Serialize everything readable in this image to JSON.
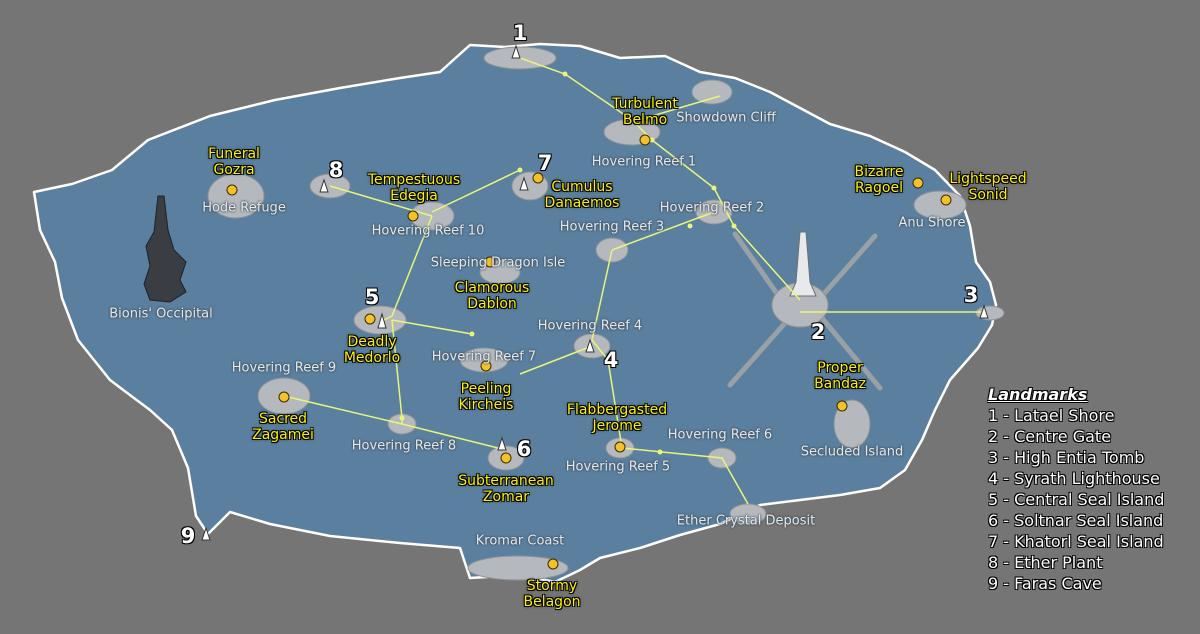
{
  "locations": [
    {
      "id": "lataels-shore",
      "text": ""
    },
    {
      "id": "showdown-cliff",
      "text": "Showdown Cliff"
    },
    {
      "id": "hovering-reef-1",
      "text": "Hovering Reef 1"
    },
    {
      "id": "hovering-reef-2",
      "text": "Hovering Reef 2"
    },
    {
      "id": "hovering-reef-3",
      "text": "Hovering Reef 3"
    },
    {
      "id": "hovering-reef-4",
      "text": "Hovering Reef 4"
    },
    {
      "id": "hovering-reef-5",
      "text": "Hovering Reef 5"
    },
    {
      "id": "hovering-reef-6",
      "text": "Hovering Reef 6"
    },
    {
      "id": "hovering-reef-7",
      "text": "Hovering Reef 7"
    },
    {
      "id": "hovering-reef-8",
      "text": "Hovering Reef 8"
    },
    {
      "id": "hovering-reef-9",
      "text": "Hovering Reef 9"
    },
    {
      "id": "hovering-reef-10",
      "text": "Hovering Reef 10"
    },
    {
      "id": "hode-refuge",
      "text": "Hode Refuge"
    },
    {
      "id": "bionis-occipital",
      "text": "Bionis' Occipital"
    },
    {
      "id": "sleeping-dragon-isle",
      "text": "Sleeping Dragon Isle"
    },
    {
      "id": "anu-shore",
      "text": "Anu Shore"
    },
    {
      "id": "secluded-island",
      "text": "Secluded Island"
    },
    {
      "id": "ether-crystal-deposit",
      "text": "Ether Crystal Deposit"
    },
    {
      "id": "kromar-coast",
      "text": "Kromar Coast"
    }
  ],
  "unique_monsters": [
    {
      "id": "turbulent-belmo",
      "lines": [
        "Turbulent",
        "Belmo"
      ]
    },
    {
      "id": "funeral-gozra",
      "lines": [
        "Funeral",
        "Gozra"
      ]
    },
    {
      "id": "tempestuous-edegia",
      "lines": [
        "Tempestuous",
        "Edegia"
      ]
    },
    {
      "id": "cumulus-danaemos",
      "lines": [
        "Cumulus",
        "Danaemos"
      ]
    },
    {
      "id": "bizarre-ragoel",
      "lines": [
        "Bizarre",
        "Ragoel"
      ]
    },
    {
      "id": "lightspeed-sonid",
      "lines": [
        "Lightspeed",
        "Sonid"
      ]
    },
    {
      "id": "clamorous-dablon",
      "lines": [
        "Clamorous",
        "Dablon"
      ]
    },
    {
      "id": "deadly-medorlo",
      "lines": [
        "Deadly",
        "Medorlo"
      ]
    },
    {
      "id": "peeling-kircheis",
      "lines": [
        "Peeling",
        "Kircheis"
      ]
    },
    {
      "id": "proper-bandaz",
      "lines": [
        "Proper",
        "Bandaz"
      ]
    },
    {
      "id": "flabbergasted-jerome",
      "lines": [
        "Flabbergasted",
        "Jerome"
      ]
    },
    {
      "id": "sacred-zagamei",
      "lines": [
        "Sacred",
        "Zagamei"
      ]
    },
    {
      "id": "subterranean-zomar",
      "lines": [
        "Subterranean",
        "Zomar"
      ]
    },
    {
      "id": "stormy-belagon",
      "lines": [
        "Stormy",
        "Belagon"
      ]
    }
  ],
  "landmark_numbers": [
    "1",
    "2",
    "3",
    "4",
    "5",
    "6",
    "7",
    "8",
    "9"
  ],
  "legend": {
    "title": "Landmarks",
    "items": [
      "1 - Latael Shore",
      "2 - Centre Gate",
      "3 - High Entia Tomb",
      "4 - Syrath Lighthouse",
      "5 - Central Seal Island",
      "6 - Soltnar Seal Island",
      "7 - Khatorl Seal Island",
      "8 - Ether Plant",
      "9 - Faras Cave"
    ]
  },
  "colors": {
    "background": "#757575",
    "sea": "#5b7f9e",
    "coast": "#ffffff",
    "route": "#e8f57a",
    "label_unique": "#fff200",
    "marker": "#f3c22b"
  }
}
